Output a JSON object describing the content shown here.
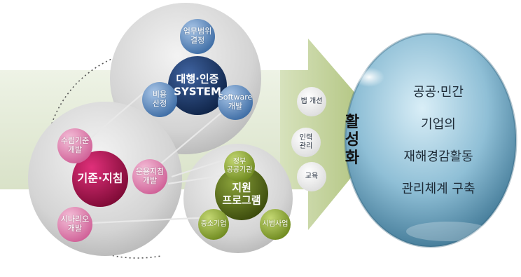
{
  "system": {
    "title": "대행·인증\nSYSTEM",
    "nodes": {
      "scope": "업무범위\n결정",
      "cost": "비용\n산정",
      "software": "Software\n개발"
    }
  },
  "standards": {
    "title": "기준·지침",
    "nodes": {
      "model": "수립기준\n개발",
      "ops": "운용지침\n개발",
      "scenario": "시나리오\n개발"
    }
  },
  "support": {
    "title": "지원\n프로그램",
    "nodes": {
      "gov": "정부\n공공기관",
      "sme": "중소기업",
      "pilot": "시범사업"
    }
  },
  "activation": {
    "label": "활\n성\n화",
    "items": {
      "law": "법 개선",
      "hr": "인력\n관리",
      "edu": "교육"
    }
  },
  "goal": [
    "공공·민간",
    "기업의",
    "재해경감활동",
    "관리체계 구축"
  ],
  "colors": {
    "navy": "#18335f",
    "blue": "#5b86b8",
    "magenta": "#b0124f",
    "pink": "#e07fae",
    "olive": "#4f6212",
    "green": "#8ea532",
    "arrow": "#b9c995"
  }
}
